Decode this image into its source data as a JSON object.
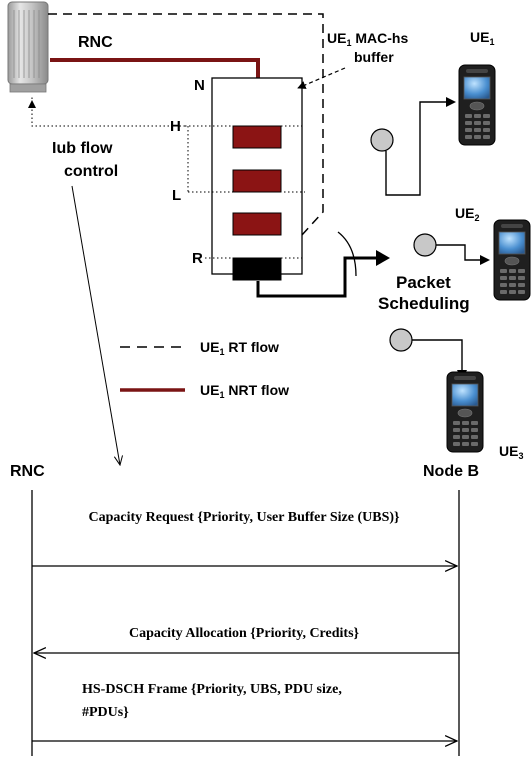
{
  "top": {
    "rnc_label": "RNC",
    "buffer_label_line1_prefix": "UE",
    "buffer_label_line1_sub": "1",
    "buffer_label_line1_suffix": " MAC-hs",
    "buffer_label_line2": "buffer",
    "iub_line1": "Iub flow",
    "iub_line2": "control",
    "thresholds": {
      "n": "N",
      "h": "H",
      "l": "L",
      "r": "R"
    },
    "packet_line1": "Packet",
    "packet_line2": "Scheduling",
    "ue1": {
      "prefix": "UE",
      "sub": "1"
    },
    "ue2": {
      "prefix": "UE",
      "sub": "2"
    },
    "ue3": {
      "prefix": "UE",
      "sub": "3"
    },
    "legend": {
      "rt_prefix": "UE",
      "rt_sub": "1",
      "rt_suffix": " RT flow",
      "nrt_prefix": "UE",
      "nrt_sub": "1",
      "nrt_suffix": " NRT flow"
    }
  },
  "sequence": {
    "left_entity": "RNC",
    "right_entity": "Node B",
    "messages": [
      {
        "text": "Capacity Request {Priority, User Buffer Size (UBS)}",
        "direction": "to-right"
      },
      {
        "text": "Capacity Allocation {Priority, Credits}",
        "direction": "to-left"
      },
      {
        "line1": "HS-DSCH Frame {Priority, UBS, PDU size,",
        "line2": "#PDUs}",
        "direction": "to-right"
      }
    ]
  },
  "colors": {
    "nrt_flow": "#7a1414",
    "queue_block": "#8b1414",
    "rt_block": "#000000",
    "phone_body": "#1f1f1f",
    "phone_screen": "#5aa0d8",
    "scheduler_circle": "#c8c8c8",
    "server": "#b8b8b8"
  },
  "icons": [
    "server-icon",
    "mobile-phone-icon"
  ]
}
